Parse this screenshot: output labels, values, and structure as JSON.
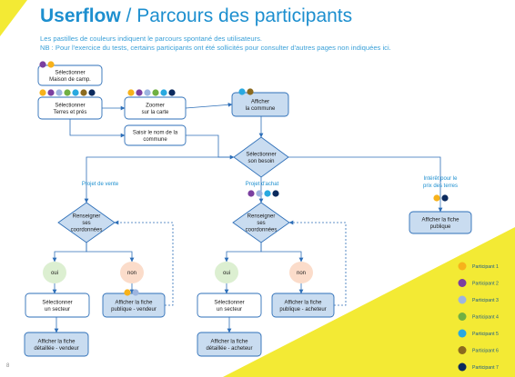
{
  "title": {
    "strong": "Userflow",
    "rest": " / Parcours des participants"
  },
  "subtitle": [
    "Les pastilles de couleurs indiquent le parcours spontané des utilisateurs.",
    "NB : Pour l'exercice du tests,  certains participants ont été sollicités pour consulter d'autres pages non indiquées ici."
  ],
  "page_number": "8",
  "colors": {
    "accent": "#1d8fcf",
    "yellow": "#f3ea34",
    "box_fill": "#ffffff",
    "box_stroke": "#2e6fb8",
    "blue_fill": "#c9dcf0",
    "diamond_fill": "#c9dcf0",
    "oui_fill": "#dcefd1",
    "non_fill": "#fbdcca",
    "p1": "#f7b21b",
    "p2": "#7b3fa0",
    "p3": "#9db5e0",
    "p4": "#70b043",
    "p5": "#29a9e0",
    "p6": "#8b6a1f",
    "p7": "#0b2a5e"
  },
  "nodes": {
    "maison": {
      "lines": [
        "Sélectionner",
        "Maison de camp."
      ]
    },
    "terres": {
      "lines": [
        "Sélectionner",
        "Terres et prés"
      ]
    },
    "zoomer": {
      "lines": [
        "Zoomer",
        "sur la carte"
      ]
    },
    "afficher_commune": {
      "lines": [
        "Afficher",
        "la commune"
      ]
    },
    "saisir": {
      "lines": [
        "Saisir le nom de la",
        "commune"
      ]
    },
    "besoin": {
      "lines": [
        "Sélectionner",
        "son besoin"
      ]
    },
    "rens_vente": {
      "lines": [
        "Renseigner",
        "ses",
        "coordonnées"
      ]
    },
    "rens_achat": {
      "lines": [
        "Renseigner",
        "ses",
        "coordonnées"
      ]
    },
    "fiche_publique": {
      "lines": [
        "Afficher la fiche",
        "publique"
      ]
    },
    "oui_vente": {
      "lines": [
        "oui"
      ]
    },
    "non_vente": {
      "lines": [
        "non"
      ]
    },
    "oui_achat": {
      "lines": [
        "oui"
      ]
    },
    "non_achat": {
      "lines": [
        "non"
      ]
    },
    "secteur_vente": {
      "lines": [
        "Sélectionner",
        "un secteur"
      ]
    },
    "fiche_pub_vendeur": {
      "lines": [
        "Afficher la fiche",
        "publique - vendeur"
      ]
    },
    "secteur_achat": {
      "lines": [
        "Sélectionner",
        "un secteur"
      ]
    },
    "fiche_pub_acheteur": {
      "lines": [
        "Afficher la fiche",
        "publique - acheteur"
      ]
    },
    "fiche_det_vendeur": {
      "lines": [
        "Afficher la fiche",
        "détaillée - vendeur"
      ]
    },
    "fiche_det_acheteur": {
      "lines": [
        "Afficher la fiche",
        "détaillée - acheteur"
      ]
    }
  },
  "branch_labels": {
    "vente": {
      "lines": [
        "Projet de vente"
      ]
    },
    "achat": {
      "lines": [
        "Projet d'achat"
      ]
    },
    "interet": {
      "lines": [
        "Intérêt pour le",
        "prix des terres"
      ]
    }
  },
  "legend": [
    {
      "label": "Participant 1",
      "color": "#f7b21b"
    },
    {
      "label": "Participant 2",
      "color": "#7b3fa0"
    },
    {
      "label": "Participant 3",
      "color": "#9db5e0"
    },
    {
      "label": "Participant 4",
      "color": "#70b043"
    },
    {
      "label": "Participant 5",
      "color": "#29a9e0"
    },
    {
      "label": "Participant 6",
      "color": "#8b6a1f"
    },
    {
      "label": "Participant 7",
      "color": "#0b2a5e"
    }
  ],
  "dot_groups": {
    "maison": [
      "#7b3fa0",
      "#f7b21b"
    ],
    "terres": [
      "#f7b21b",
      "#7b3fa0",
      "#9db5e0",
      "#70b043",
      "#29a9e0",
      "#8b6a1f",
      "#0b2a5e"
    ],
    "zoomer": [
      "#f7b21b",
      "#7b3fa0",
      "#9db5e0",
      "#70b043",
      "#29a9e0",
      "#0b2a5e"
    ],
    "afficher_commune": [
      "#29a9e0",
      "#8b6a1f"
    ],
    "achat": [
      "#7b3fa0",
      "#9db5e0",
      "#29a9e0",
      "#0b2a5e"
    ],
    "interet": [
      "#f7b21b",
      "#0b2a5e"
    ],
    "non_vente": [
      "#f7b21b",
      "#9db5e0"
    ]
  }
}
